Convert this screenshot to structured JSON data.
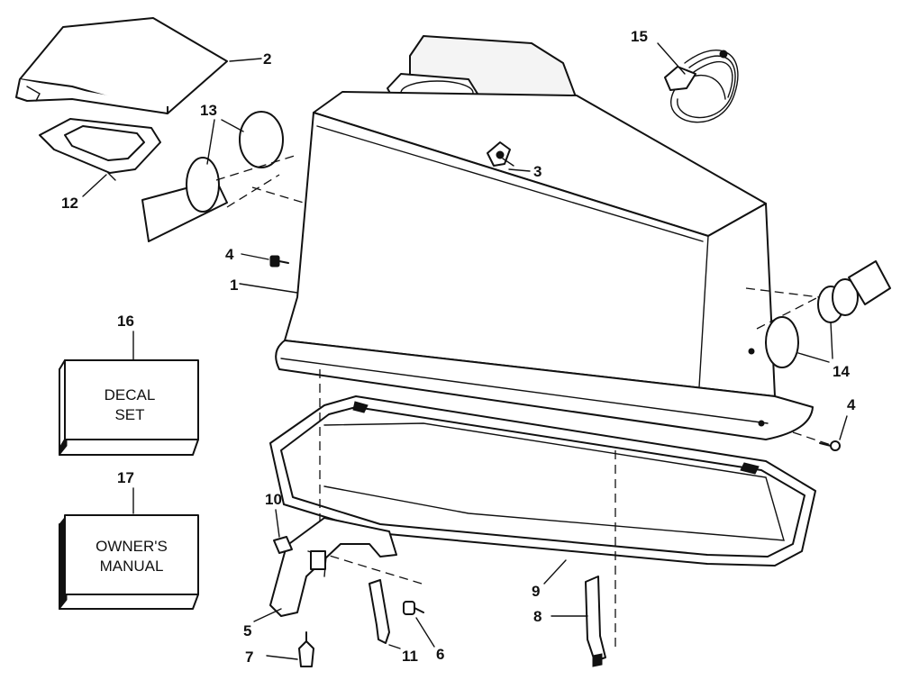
{
  "callouts": {
    "c1": "1",
    "c2": "2",
    "c3": "3",
    "c4a": "4",
    "c4b": "4",
    "c5": "5",
    "c6": "6",
    "c7": "7",
    "c8": "8",
    "c9": "9",
    "c10": "10",
    "c11": "11",
    "c12": "12",
    "c13": "13",
    "c14": "14",
    "c15": "15",
    "c16": "16",
    "c17": "17"
  },
  "boxes": {
    "decal_line1": "DECAL",
    "decal_line2": "SET",
    "manual_line1": "OWNER'S",
    "manual_line2": "MANUAL"
  }
}
